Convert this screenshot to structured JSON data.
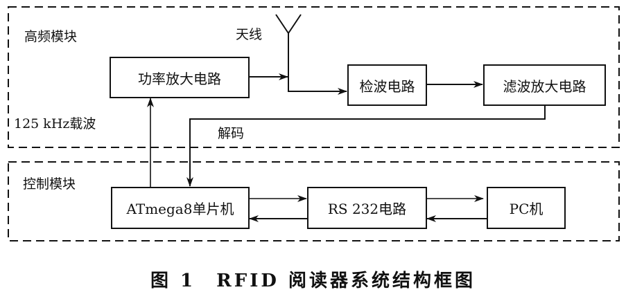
{
  "modules": {
    "high_freq": {
      "label": "高频模块"
    },
    "control": {
      "label": "控制模块"
    }
  },
  "annotations": {
    "antenna": "天线",
    "carrier": "125 kHz载波",
    "decode": "解码"
  },
  "blocks": {
    "power_amp": "功率放大电路",
    "detector": "检波电路",
    "filter_amp": "滤波放大电路",
    "mcu": "ATmega8单片机",
    "rs232": "RS 232电路",
    "pc": "PC机"
  },
  "connections": [
    {
      "from": "mcu",
      "to": "power_amp",
      "label": "125 kHz载波"
    },
    {
      "from": "power_amp",
      "to": "antenna"
    },
    {
      "from": "antenna",
      "to": "detector"
    },
    {
      "from": "detector",
      "to": "filter_amp"
    },
    {
      "from": "filter_amp",
      "to": "mcu",
      "label": "解码"
    },
    {
      "from": "mcu",
      "to": "rs232"
    },
    {
      "from": "rs232",
      "to": "mcu"
    },
    {
      "from": "rs232",
      "to": "pc"
    },
    {
      "from": "pc",
      "to": "rs232"
    }
  ],
  "caption": "图 1　RFID 阅读器系统结构框图"
}
